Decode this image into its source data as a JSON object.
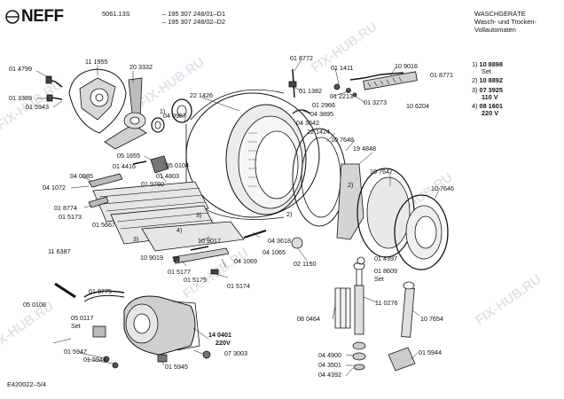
{
  "header": {
    "brand": "NEFF",
    "model": "5061.13S",
    "doc_line1": "– 195 307 248/01–D1",
    "doc_line2": "– 195 307 248/02–D2",
    "category_line1": "WASCHGERÄTE",
    "category_line2": "Wasch- und Trocken-",
    "category_line3": "Vollautomaten"
  },
  "legend": [
    {
      "num": "1)",
      "line1": "10 8898",
      "line2": "Set"
    },
    {
      "num": "2)",
      "line1": "10 8892",
      "line2": ""
    },
    {
      "num": "3)",
      "line1": "07 3925",
      "line2": "110 V"
    },
    {
      "num": "4)",
      "line1": "08 1601",
      "line2": "220 V"
    }
  ],
  "labels": {
    "p014799": "01 4799",
    "p111955": "11 1955",
    "p203332": "20 3332",
    "p013389": "01 3389",
    "p015943": "01 5943",
    "p221426": "22 1426",
    "p040987": "04 0987",
    "p018772": "01 8772",
    "p011382": "01 1382",
    "p011411": "01 1411",
    "p109016": "10 9016",
    "p018771": "01 8771",
    "p012213": "01 2213",
    "p012966": "01 2966",
    "p013273": "01 3273",
    "p043895": "04 3895",
    "p106204": "10 6204",
    "p043642": "04 3642",
    "p221424": "22 1424",
    "p107648": "10 7648",
    "p194848": "19 4848",
    "p051655": "05 1655",
    "p050104": "05 0104",
    "p014416": "01 4416",
    "p014803": "01 4803",
    "p040985": "04 0985",
    "p019760": "01 9760",
    "p041072": "04 1072",
    "p018774": "01 8774",
    "p015173": "01 5173",
    "p015667": "01 5667",
    "p107647": "10 7647",
    "p107646": "10 7646",
    "p109017": "10 9017",
    "p043618": "04 3618",
    "p041065": "04 1065",
    "p109019": "10 9019",
    "p015177": "01 5177",
    "p041069": "04 1069",
    "p015175": "01 5175",
    "p015174": "01 5174",
    "p021150": "02 1150",
    "p014397": "01 4397",
    "p018609": "01 8609",
    "p018609set": "Set",
    "p116387": "11 6387",
    "p018775": "01 8775",
    "p050108": "05 0108",
    "p050117": "05 0117",
    "p050117set": "Set",
    "p080464": "08 0464",
    "p110276": "11 0276",
    "p107654": "10 7654",
    "p140401": "14 0401",
    "p140401v": "220V",
    "p015947": "01 5947",
    "p015946": "01 5946",
    "p073003": "07 3003",
    "p015945": "01 5945",
    "p044900": "04 4900",
    "p043501": "04 3501",
    "p044392": "04 4392",
    "p015944": "01 5944",
    "ref1a": "1)",
    "ref2a": "2)",
    "ref2b": "2)",
    "ref3a": "3)",
    "ref3b": "3)",
    "ref4a": "4)"
  },
  "footer": {
    "code": "E420022–5/4"
  },
  "watermark": "FIX-HUB.RU"
}
